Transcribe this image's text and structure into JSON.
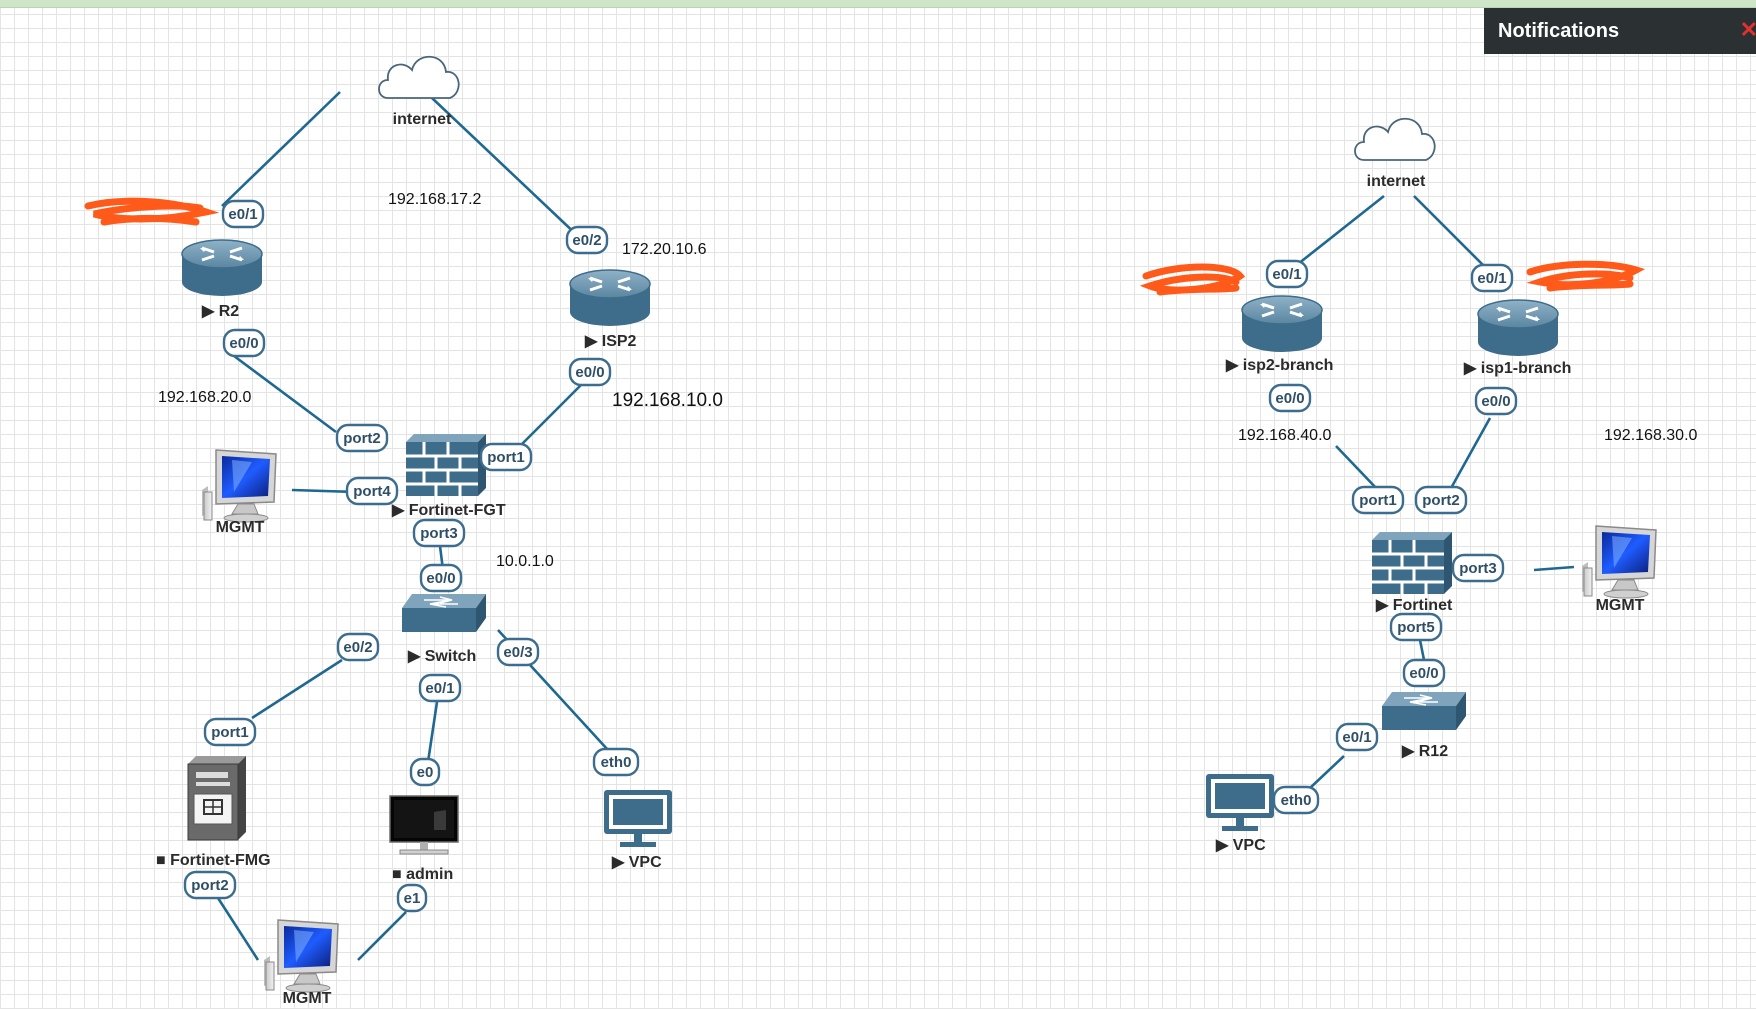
{
  "notifications": {
    "title": "Notifications",
    "close_glyph": "✕"
  },
  "left_topology": {
    "nodes": {
      "internet": "internet",
      "r2": "R2",
      "isp2": "ISP2",
      "fgt": "Fortinet-FGT",
      "mgmt_fgt": "MGMT",
      "switch": "Switch",
      "fmg": "Fortinet-FMG",
      "admin": "admin",
      "vpc": "VPC",
      "mgmt_bottom": "MGMT"
    },
    "ports": {
      "r2_e01": "e0/1",
      "r2_e00": "e0/0",
      "isp2_e02": "e0/2",
      "isp2_e00": "e0/0",
      "fgt_port2": "port2",
      "fgt_port1": "port1",
      "fgt_port4": "port4",
      "fgt_port3": "port3",
      "sw_e00": "e0/0",
      "sw_e02": "e0/2",
      "sw_e01": "e0/1",
      "sw_e03": "e0/3",
      "fmg_port1": "port1",
      "fmg_port2": "port2",
      "admin_e0": "e0",
      "admin_e1": "e1",
      "vpc_eth0": "eth0"
    },
    "networks": {
      "n17": "192.168.17.2",
      "n172": "172.20.10.6",
      "n20": "192.168.20.0",
      "n10": "192.168.10.0",
      "n101": "10.0.1.0"
    }
  },
  "right_topology": {
    "nodes": {
      "internet": "internet",
      "isp2_branch": "isp2-branch",
      "isp1_branch": "isp1-branch",
      "fortinet": "Fortinet",
      "mgmt": "MGMT",
      "r12": "R12",
      "vpc": "VPC"
    },
    "ports": {
      "isp2_e01": "e0/1",
      "isp2_e00": "e0/0",
      "isp1_e01": "e0/1",
      "isp1_e00": "e0/0",
      "fw_port1": "port1",
      "fw_port2": "port2",
      "fw_port3": "port3",
      "fw_port5": "port5",
      "r12_e00": "e0/0",
      "r12_e01": "e0/1",
      "vpc_eth0": "eth0"
    },
    "networks": {
      "n40": "192.168.40.0",
      "n30": "192.168.30.0"
    }
  },
  "colors": {
    "device_blue": "#3e6c8b",
    "link_blue": "#1f6891",
    "scribble_orange": "#ff5a1a",
    "notification_bg": "#2b3033"
  }
}
